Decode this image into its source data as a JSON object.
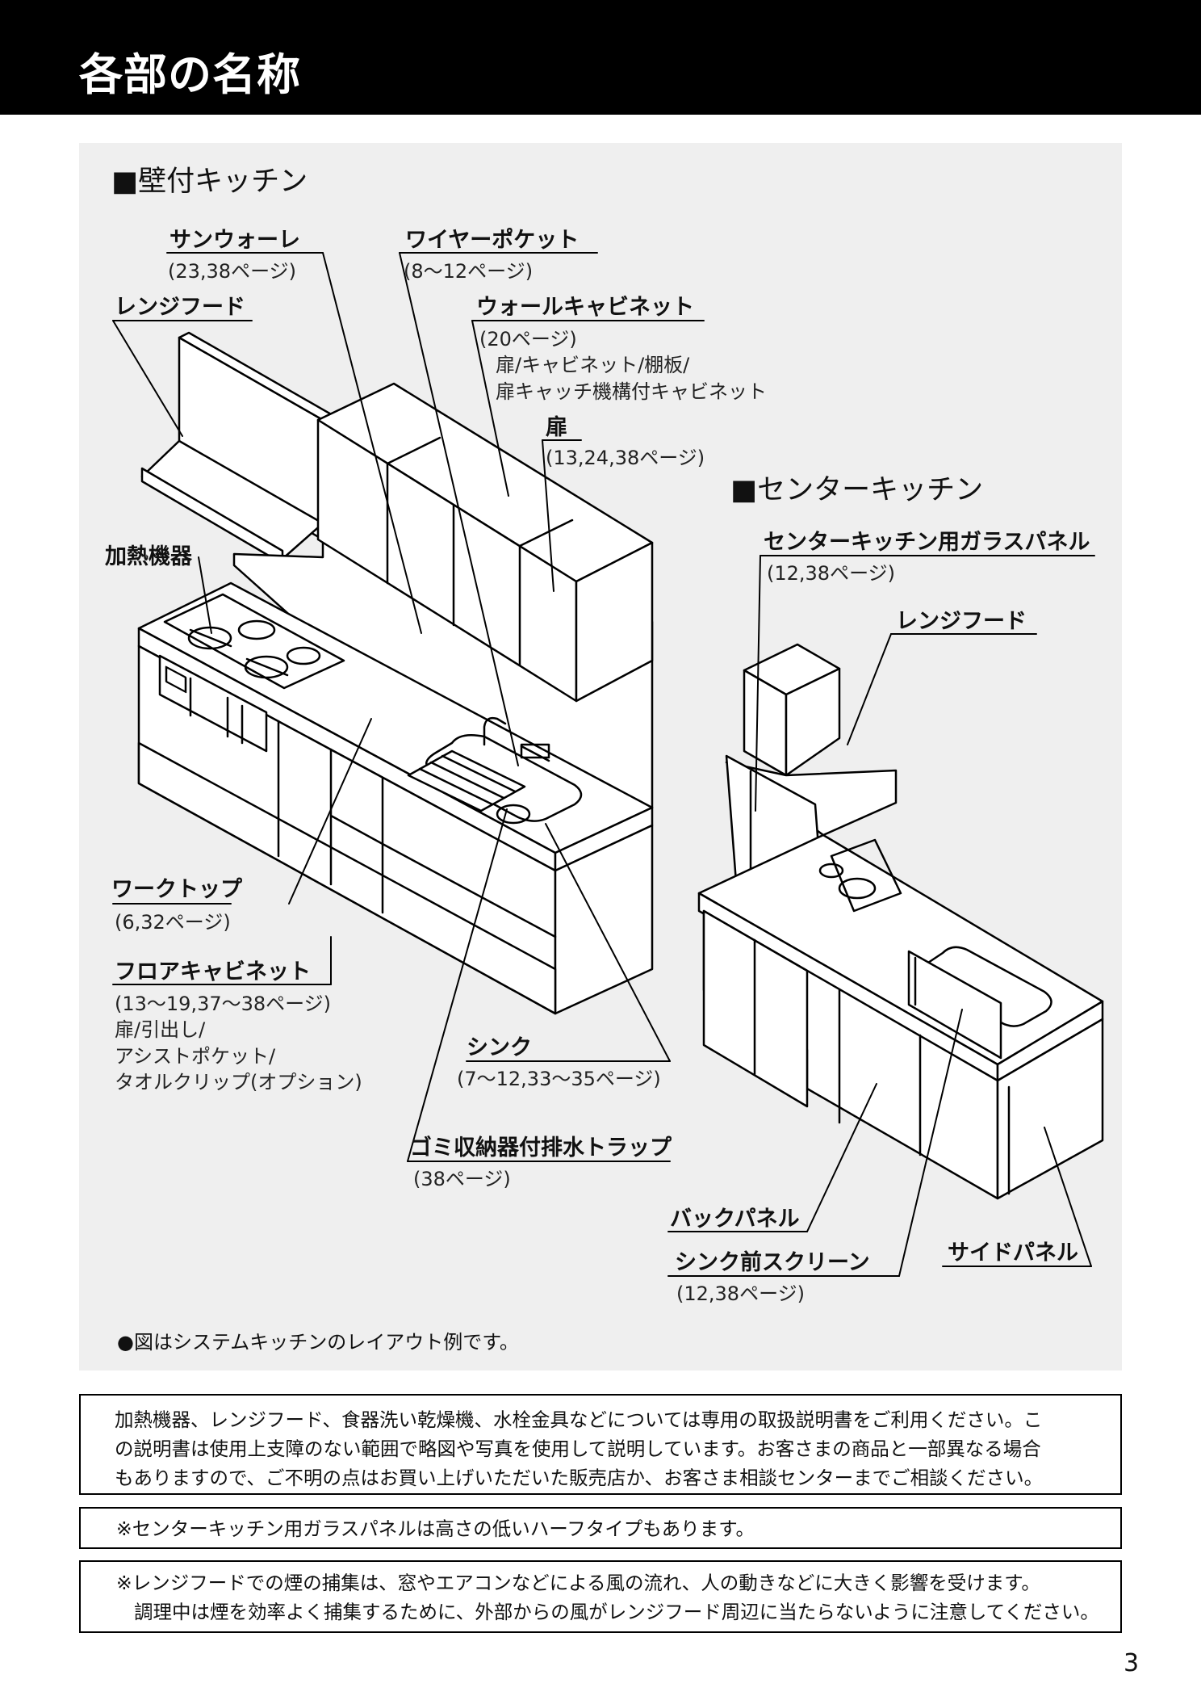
{
  "header": {
    "title": "各部の名称"
  },
  "wall_kitchen": {
    "title": "■壁付キッチン",
    "labels": {
      "sun_warmer": {
        "name": "サンウォーレ",
        "ref": "(23,38ページ)"
      },
      "wire_pocket": {
        "name": "ワイヤーポケット",
        "ref": "(8〜12ページ)"
      },
      "range_hood": {
        "name": "レンジフード"
      },
      "wall_cabinet": {
        "name": "ウォールキャビネット",
        "ref": "(20ページ)",
        "sub1": "扉/キャビネット/棚板/",
        "sub2": "扉キャッチ機構付キャビネット"
      },
      "door": {
        "name": "扉",
        "ref": "(13,24,38ページ)"
      },
      "heater": {
        "name": "加熱機器"
      },
      "worktop": {
        "name": "ワークトップ",
        "ref": "(6,32ページ)"
      },
      "floor_cabinet": {
        "name": "フロアキャビネット",
        "ref": "(13〜19,37〜38ページ)",
        "sub1": "扉/引出し/",
        "sub2": "アシストポケット/",
        "sub3": "タオルクリップ(オプション)"
      },
      "sink": {
        "name": "シンク",
        "ref": "(7〜12,33〜35ページ)"
      },
      "drain_trap": {
        "name": "ゴミ収納器付排水トラップ",
        "ref": "(38ページ)"
      }
    }
  },
  "center_kitchen": {
    "title": "■センターキッチン",
    "labels": {
      "glass_panel": {
        "name": "センターキッチン用ガラスパネル",
        "ref": "(12,38ページ)"
      },
      "range_hood": {
        "name": "レンジフード"
      },
      "back_panel": {
        "name": "バックパネル"
      },
      "sink_screen": {
        "name": "シンク前スクリーン",
        "ref": "(12,38ページ)"
      },
      "side_panel": {
        "name": "サイドパネル"
      }
    }
  },
  "diagram_note": "●図はシステムキッチンのレイアウト例です。",
  "notices": {
    "manual": {
      "line1": "加熱機器、レンジフード、食器洗い乾燥機、水栓金具などについては専用の取扱説明書をご利用ください。こ",
      "line2": "の説明書は使用上支障のない範囲で略図や写真を使用して説明しています。お客さまの商品と一部異なる場合",
      "line3": "もありますので、ご不明の点はお買い上げいただいた販売店か、お客さま相談センターまでご相談ください。"
    },
    "glass_panel": {
      "line1": "※センターキッチン用ガラスパネルは高さの低いハーフタイプもあります。"
    },
    "range_hood": {
      "line1": "※レンジフードでの煙の捕集は、窓やエアコンなどによる風の流れ、人の動きなどに大きく影響を受けます。",
      "line2": "調理中は煙を効率よく捕集するために、外部からの風がレンジフード周辺に当たらないように注意してください。"
    }
  },
  "page_number": "3"
}
